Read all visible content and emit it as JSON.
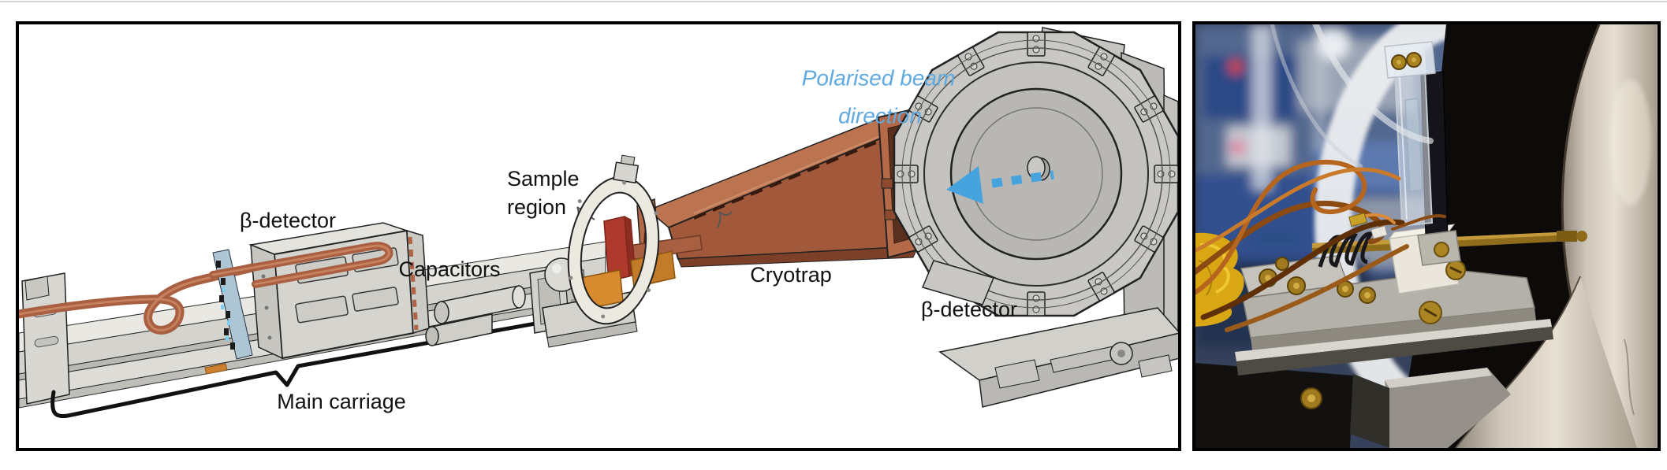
{
  "figure": {
    "diagram": {
      "labels": {
        "beta_detector_left": "β-detector",
        "capacitors": "Capacitors",
        "sample_region_line1": "Sample",
        "sample_region_line2": "region",
        "cryotrap": "Cryotrap",
        "beta_detector_right": "β-detector",
        "main_carriage": "Main carriage",
        "beam_line1": "Polarised beam",
        "beam_line2": "direction"
      },
      "colors": {
        "label_text": "#111111",
        "beam_text": "#5fa9e0",
        "beam_arrow": "#47a3de",
        "copper": "#a2583a",
        "metal_gray": "#c9c8c4",
        "panel_border": "#000000",
        "top_rule": "#d6d6d6"
      }
    }
  }
}
